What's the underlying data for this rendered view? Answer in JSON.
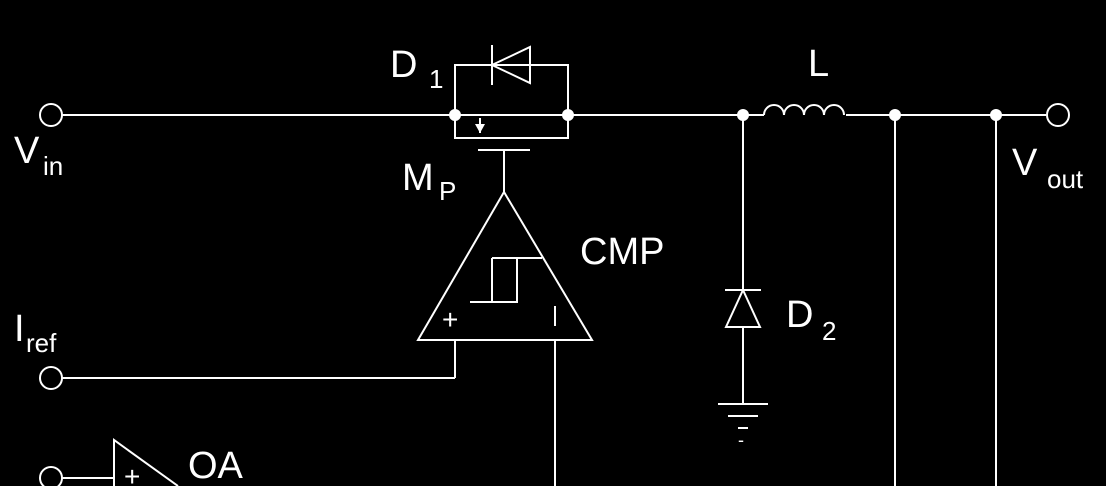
{
  "labels": {
    "vin_main": "V",
    "vin_sub": "in",
    "vout_main": "V",
    "vout_sub": "out",
    "d1_main": "D",
    "d1_sub": "1",
    "l": "L",
    "mp_main": "M",
    "mp_sub": "P",
    "cmp": "CMP",
    "d2_main": "D",
    "d2_sub": "2",
    "iref_main": "I",
    "iref_sub": "ref",
    "oa": "OA",
    "plus": "+",
    "minus": "-"
  },
  "colors": {
    "background": "#000000",
    "stroke": "#ffffff"
  }
}
